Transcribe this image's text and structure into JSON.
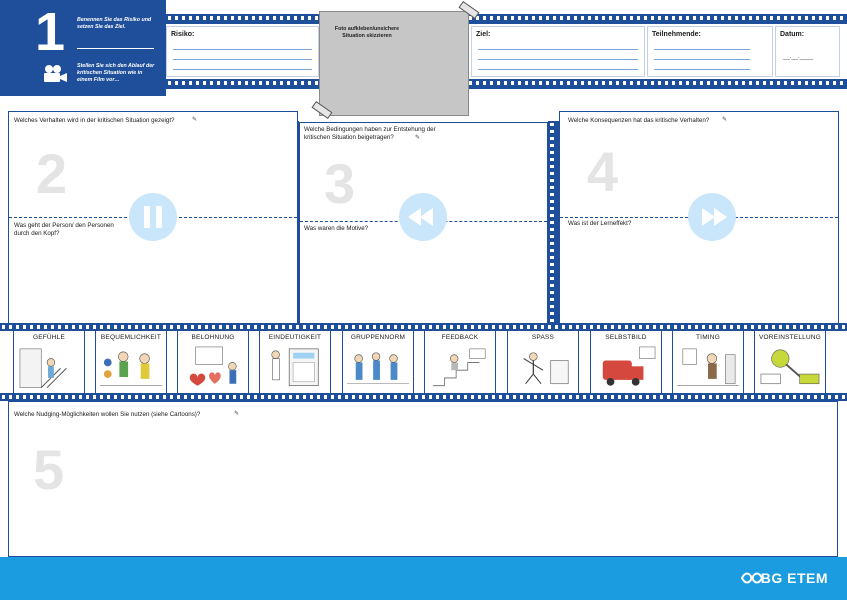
{
  "intro": {
    "number": "1",
    "text_top": "Benennen Sie das Risiko und setzen Sie das Ziel.",
    "text_bottom": "Stellen Sie sich den Ablauf der kritischen Situation wie in einem Film vor…",
    "icon": "film-camera-icon"
  },
  "header": {
    "risk_label": "Risiko:",
    "photo_text": "Foto aufkleben/unsichere Situation skizzieren",
    "goal_label": "Ziel:",
    "participants_label": "Teilnehmende:",
    "date_label": "Datum:",
    "date_value": "__.__.____"
  },
  "panels": [
    {
      "number": "2",
      "question_top": "Welches Verhalten wird in der kritischen Situation gezeigt?",
      "question_bottom": "Was geht der Person/ den Personen durch den Kopf?",
      "control": "pause-icon"
    },
    {
      "number": "3",
      "question_top": "Welche Bedingungen haben zur Entstehung der kritischen Situation beigetragen?",
      "question_bottom": "Was waren die Motive?",
      "control": "rewind-icon"
    },
    {
      "number": "4",
      "question_top": "Welche Konsequenzen hat das kritische Verhalten?",
      "question_bottom": "Was ist der Lerneffekt?",
      "control": "fast-forward-icon"
    }
  ],
  "cartoons": [
    {
      "label": "GEFÜHLE"
    },
    {
      "label": "BEQUEMLICHKEIT"
    },
    {
      "label": "BELOHNUNG"
    },
    {
      "label": "EINDEUTIGKEIT"
    },
    {
      "label": "GRUPPENNORM"
    },
    {
      "label": "FEEDBACK"
    },
    {
      "label": "SPASS"
    },
    {
      "label": "SELBSTBILD"
    },
    {
      "label": "TIMING"
    },
    {
      "label": "VOREINSTELLUNG"
    }
  ],
  "bottom": {
    "number": "5",
    "question": "Welche Nudging-Möglichkeiten wollen Sie nutzen (siehe Cartoons)?"
  },
  "footer": {
    "brand": "BG ETEM",
    "logo": "bg-etem-logo"
  },
  "colors": {
    "navy": "#1f4e9a",
    "light_blue": "#1b9be0",
    "control": "#c9e6fa",
    "grey_number": "#e4e4e4"
  }
}
